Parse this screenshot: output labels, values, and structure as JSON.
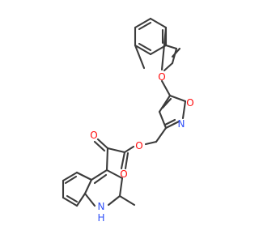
{
  "molecule": {
    "atoms": {
      "furan_o": {
        "text": "O",
        "color": "#ff0d0d"
      },
      "isoxazole_o": {
        "text": "O",
        "color": "#ff0d0d"
      },
      "isoxazole_n": {
        "text": "N",
        "color": "#3050f8"
      },
      "ester_o": {
        "text": "O",
        "color": "#ff0d0d"
      },
      "ester_carbonyl_o": {
        "text": "O",
        "color": "#ff0d0d"
      },
      "keto_o": {
        "text": "O",
        "color": "#ff0d0d"
      },
      "indole_n": {
        "text": "N",
        "color": "#3050f8"
      },
      "indole_h": {
        "text": "H",
        "color": "#3050f8"
      }
    }
  }
}
